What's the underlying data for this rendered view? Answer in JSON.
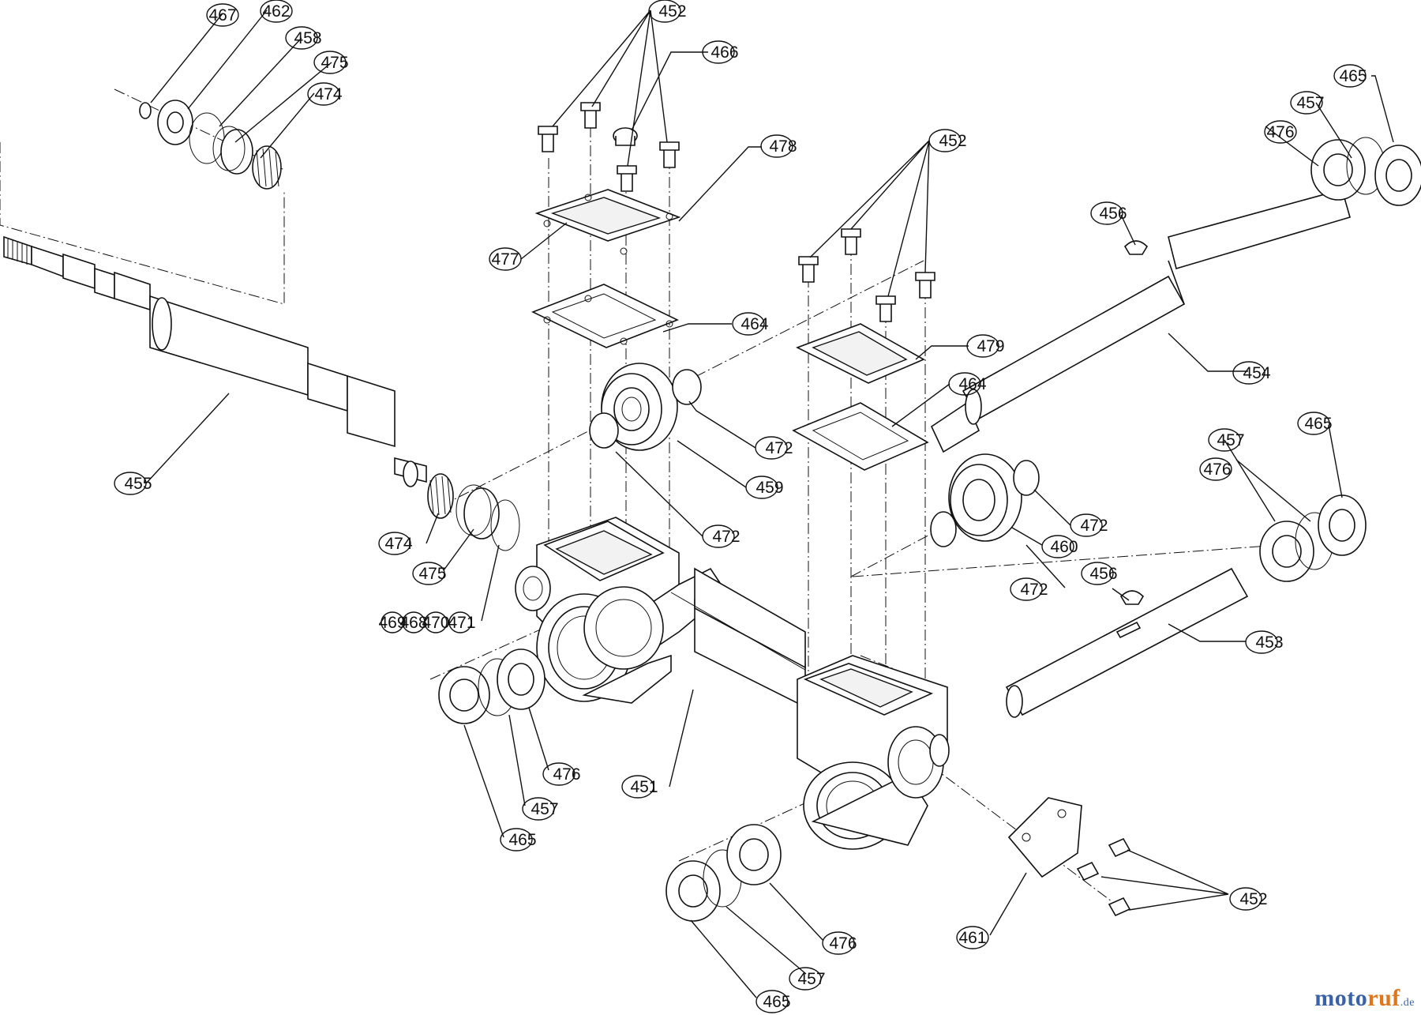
{
  "callouts": {
    "c467": "467",
    "c462": "462",
    "c458": "458",
    "c475a": "475",
    "c474a": "474",
    "c452a": "452",
    "c466": "466",
    "c478": "478",
    "c477": "477",
    "c464a": "464",
    "c452b": "452",
    "c479": "479",
    "c464b": "464",
    "c472a": "472",
    "c459": "459",
    "c472b": "472",
    "c455": "455",
    "c474b": "474",
    "c475b": "475",
    "c469": "469",
    "c468": "468",
    "c470": "470",
    "c471": "471",
    "c456a": "456",
    "c454": "454",
    "c476a": "476",
    "c457a": "457",
    "c465a": "465",
    "c472c": "472",
    "c460": "460",
    "c472d": "472",
    "c456b": "456",
    "c457b": "457",
    "c465b": "465",
    "c476b": "476",
    "c453": "453",
    "c476c": "476",
    "c457c": "457",
    "c465c": "465",
    "c451": "451",
    "c452c": "452",
    "c461": "461",
    "c476d": "476",
    "c457d": "457",
    "c465d": "465"
  },
  "watermark": {
    "part1": "moto",
    "part2": "ruf",
    "part3": ".de"
  },
  "colors": {
    "line": "#111111",
    "brand_blue": "#3a62a8",
    "brand_orange": "#e0761c"
  }
}
